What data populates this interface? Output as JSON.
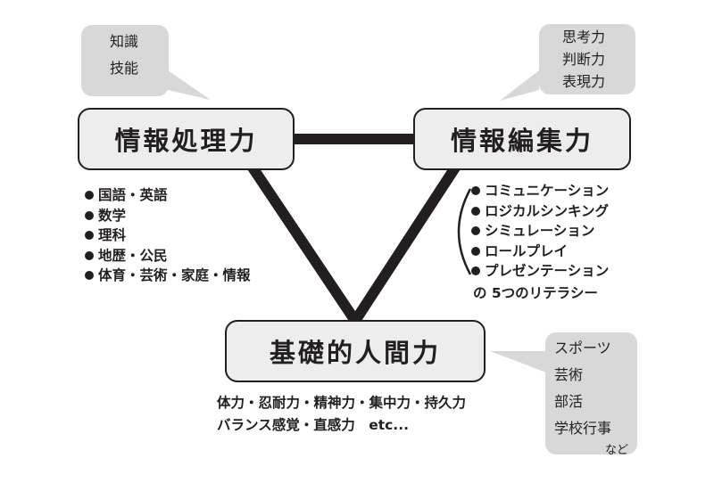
{
  "nodes": {
    "processing": "情報処理力",
    "editing": "情報編集力",
    "basic": "基礎的人間力"
  },
  "bubbles": {
    "left": [
      "知識",
      "技能"
    ],
    "right": [
      "思考力",
      "判断力",
      "表現力"
    ],
    "bottom": [
      "スポーツ",
      "芸術",
      "部活",
      "学校行事"
    ],
    "bottom_note": "など"
  },
  "lists": {
    "processing": [
      "国語・英語",
      "数学",
      "理科",
      "地歴・公民",
      "体育・芸術・家庭・情報"
    ],
    "editing": [
      "コミュニケーション",
      "ロジカルシンキング",
      "シミュレーション",
      "ロールプレイ",
      "プレゼンテーション"
    ],
    "editing_footer": "の 5つのリテラシー"
  },
  "basic_caption": [
    "体力・忍耐力・精神力・集中力・持久力",
    "バランス感覚・直感力　etc..."
  ]
}
